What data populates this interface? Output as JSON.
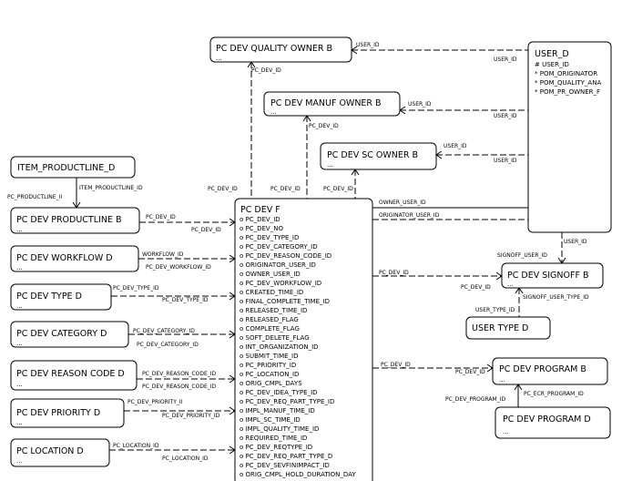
{
  "entities": {
    "pc_dev_quality_owner_b": {
      "title": "PC DEV QUALITY OWNER B",
      "dots": "..."
    },
    "pc_dev_manuf_owner_b": {
      "title": "PC DEV MANUF OWNER B",
      "dots": "..."
    },
    "pc_dev_sc_owner_b": {
      "title": "PC DEV SC OWNER B",
      "dots": "..."
    },
    "item_productline_d": {
      "title": "ITEM_PRODUCTLINE_D"
    },
    "pc_dev_productline_b": {
      "title": "PC DEV PRODUCTLINE B",
      "dots": "..."
    },
    "pc_dev_workflow_d": {
      "title": "PC DEV WORKFLOW D",
      "dots": "..."
    },
    "pc_dev_type_d": {
      "title": "PC DEV TYPE D",
      "dots": "..."
    },
    "pc_dev_category_d": {
      "title": "PC DEV CATEGORY D",
      "dots": "..."
    },
    "pc_dev_reason_code_d": {
      "title": "PC DEV REASON CODE D",
      "dots": "..."
    },
    "pc_dev_priority_d": {
      "title": "PC DEV PRIORITY D",
      "dots": "..."
    },
    "pc_location_d": {
      "title": "PC LOCATION D",
      "dots": "..."
    },
    "pc_dev_signoff_b": {
      "title": "PC DEV SIGNOFF B",
      "dots": "..."
    },
    "user_type_d": {
      "title": "USER TYPE D"
    },
    "pc_dev_program_b": {
      "title": "PC DEV PROGRAM B",
      "dots": "..."
    },
    "pc_dev_program_d": {
      "title": "PC DEV PROGRAM D",
      "dots": "..."
    },
    "user_d": {
      "title": "USER_D",
      "attributes": [
        "# USER_ID",
        "* POM_ORIGINATOR",
        "* POM_QUALITY_ANA",
        "* POM_PR_OWNER_F"
      ]
    },
    "pc_dev_f": {
      "title": "PC DEV F",
      "attributes": [
        "o PC_DEV_ID",
        "o PC_DEV_NO",
        "o PC_DEV_TYPE_ID",
        "o PC_DEV_CATEGORY_ID",
        "o PC_DEV_REASON_CODE_ID",
        "o ORIGINATOR_USER_ID",
        "o OWNER_USER_ID",
        "o PC_DEV_WORKFLOW_ID",
        "o CREATED_TIME_ID",
        "o FINAL_COMPLETE_TIME_ID",
        "o RELEASED_TIME_ID",
        "o RELEASED_FLAG",
        "o COMPLETE_FLAG",
        "o SOFT_DELETE_FLAG",
        "o INT_ORGANIZATION_ID",
        "o SUBMIT_TIME_ID",
        "o PC_PRIORITY_ID",
        "o PC_LOCATION_ID",
        "o ORIG_CMPL_DAYS",
        "o PC_DEV_IDEA_TYPE_ID",
        "o PC_DEV_REQ_PART_TYPE_ID",
        "o IMPL_MANUF_TIME_ID",
        "o IMPL_SC_TIME_ID",
        "o IMPL_QUALITY_TIME_ID",
        "o REQUIRED_TIME_ID",
        "o PC_DEV_REQTYPE_ID",
        "o PC_DEV_REQ_PART_TYPE_D",
        "o PC_DEV_SEVFINIMPACT_ID",
        "o ORIG_CMPL_HOLD_DURATION_DAY"
      ]
    }
  },
  "relationship_labels": {
    "quality_user_id_1": "USER_ID",
    "quality_user_id_2": "USER_ID",
    "quality_pc_dev_id": "PC_DEV_ID",
    "manuf_user_id_1": "USER_ID",
    "manuf_user_id_2": "USER_ID",
    "manuf_pc_dev_id": "PC_DEV_ID",
    "sc_user_id_1": "USER_ID",
    "sc_user_id_2": "USER_ID",
    "sc_pc_dev_id_1": "PC_DEV_ID",
    "sc_pc_dev_id_2": "PC_DEV_ID",
    "item_pl_id_1": "PC_PRODUCTLINE_II",
    "item_pl_id_2": "ITEM_PRODUCTLINE_ID",
    "pl_pc_dev_id_1": "PC_DEV_ID",
    "pl_pc_dev_id_2": "PC_DEV_ID",
    "wf_1": "WORKFLOW_ID",
    "wf_2": "PC_DEV_WORKFLOW_ID",
    "type_1": "PC_DEV_TYPE_ID",
    "type_2": "PC_DEV_TYPE_ID",
    "cat_1": "PC_DEV_CATEGORY_ID",
    "cat_2": "PC_DEV_CATEGORY_ID",
    "reason_1": "PC_DEV_REASON_CODE_ID",
    "reason_2": "PC_DEV_REASON_CODE_ID",
    "prio_1": "PC_DEV_PRIORITY_II",
    "prio_2": "PC_DEV_PRIORITY_ID",
    "loc_1": "PC_LOCATION_ID",
    "loc_2": "PC_LOCATION_ID",
    "owner_user_id": "OWNER_USER_ID",
    "originator_user_id": "ORIGINATOR_USER_ID",
    "signoff_user_id_1": "SIGNOFF_USER_ID",
    "signoff_user_id_2": "USER_ID",
    "signoff_pc_dev_id_1": "PC_DEV_ID",
    "signoff_pc_dev_id_2": "PC_DEV_ID",
    "signoff_user_type_id": "SIGNOFF_USER_TYPE_ID",
    "user_type_id": "USER_TYPE_ID",
    "program_pc_dev_id_1": "PC_DEV_ID",
    "program_pc_dev_id_2": "PC_DEV_ID",
    "program_id_1": "PC_DEV_PROGRAM_ID",
    "program_id_2": "PC_ECR_PROGRAM_ID"
  }
}
